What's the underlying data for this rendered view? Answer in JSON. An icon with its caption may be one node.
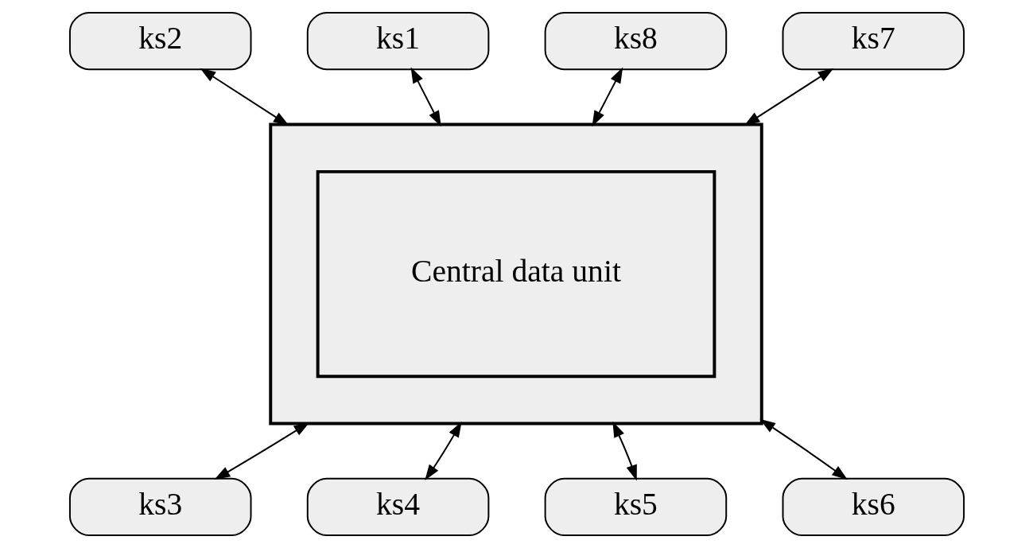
{
  "diagram": {
    "nodes": [
      {
        "text": [],
        "shape": "box"
      },
      {
        "text": [
          "Central data unit"
        ],
        "in": 0
      },
      {
        "text": [
          "ks1"
        ]
      },
      {
        "text": [
          "ks8"
        ]
      },
      {
        "text": [
          "ks2"
        ]
      },
      {
        "text": [
          "ks7"
        ]
      },
      {
        "text": [
          "ks3"
        ]
      },
      {
        "text": [
          "ks6"
        ]
      },
      {
        "text": [
          "ks4"
        ]
      },
      {
        "text": [
          "ks5"
        ]
      }
    ],
    "edges": [
      {
        "from": 2,
        "to": 0,
        "arrow": "both"
      },
      {
        "from": 3,
        "to": 0,
        "arrow": "both"
      },
      {
        "from": 4,
        "to": 0,
        "arrow": "both"
      },
      {
        "from": 5,
        "to": 0,
        "arrow": "both"
      },
      {
        "from": 6,
        "to": 0,
        "arrow": "both"
      },
      {
        "from": 7,
        "to": 0,
        "arrow": "both"
      },
      {
        "from": 8,
        "to": 0,
        "arrow": "both"
      },
      {
        "from": 9,
        "to": 0,
        "arrow": "both"
      }
    ]
  }
}
